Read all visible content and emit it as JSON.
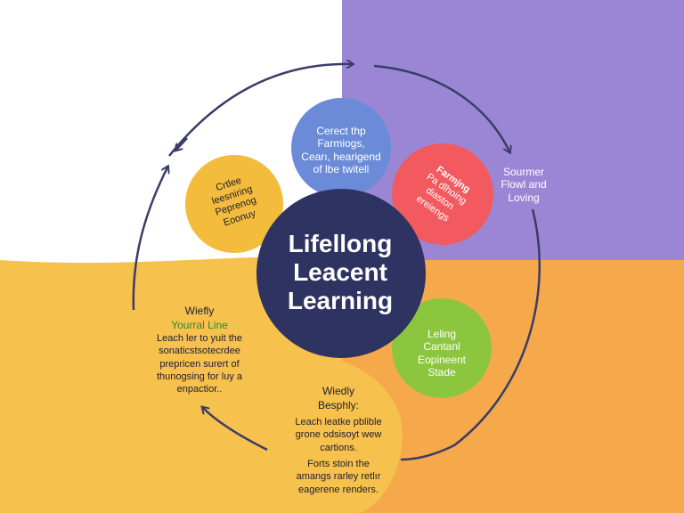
{
  "colors": {
    "purple_panel": "#9b86d6",
    "orange_panel": "#f6a94b",
    "yellow_wave": "#f6c14d",
    "center": "#2f3362",
    "node_blue": "#6b8bd9",
    "node_red": "#f25a5f",
    "node_yellow": "#f4bc3c",
    "node_green": "#8cc63f",
    "arrow": "#3a3d66"
  },
  "center": {
    "line1": "Lifellong",
    "line2": "Leacent",
    "line3": "Learning"
  },
  "nodes": {
    "top": {
      "line1": "Cerect thp",
      "line2": "Farmiogs,",
      "line3": "Cearı, hearigend",
      "line4": "of lbe twitell"
    },
    "red": {
      "line1": "Farmjng",
      "line2": "Pa dlhoing",
      "line3": "diaston",
      "line4": "ereiengs"
    },
    "left": {
      "line1": "Crtlee",
      "line2": "leesniring",
      "line3": "Peprenog",
      "line4": "Eoonuy"
    },
    "green": {
      "line1": "Leling",
      "line2": "Cantanl",
      "line3": "Eopineent",
      "line4": "Stade"
    }
  },
  "right_label": {
    "line1": "Sourmer",
    "line2": "Flowl and",
    "line3": "Loving"
  },
  "left_block": {
    "line1": "Wiefly",
    "line2": "Yourral Line",
    "line3": "Leach ler to yuit the",
    "line4": "sonaticstsotecrdee",
    "line5": "prepricen surert of",
    "line6": "thunogsing for luy a",
    "line7": "enpactior.."
  },
  "bottom_block": {
    "line1": "Wiedly",
    "line2": "Besphly:",
    "line3": "Leach leatke pblible",
    "line4": "grone odsisoyt wew",
    "line5": "cartions.",
    "line6": "Forts stoin the",
    "line7": "amangs rarley retlır",
    "line8": "eagerene renders."
  }
}
